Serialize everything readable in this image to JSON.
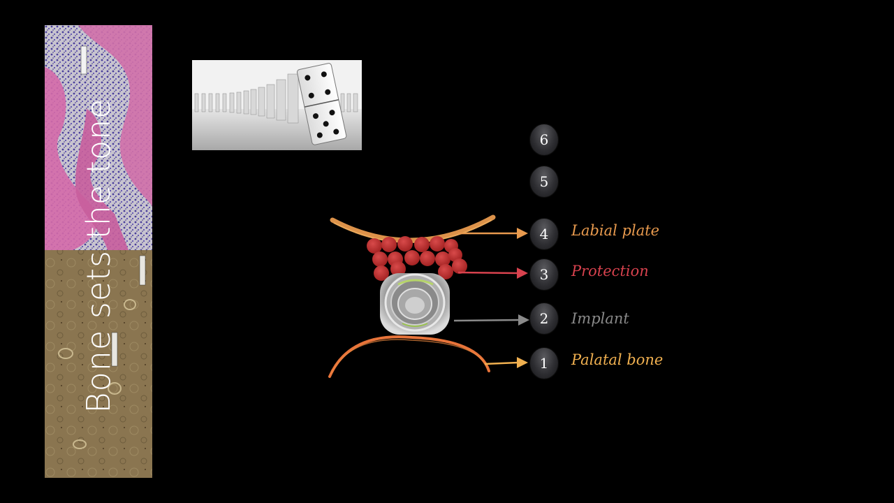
{
  "slide": {
    "vertical_title": "Bone sets the tone"
  },
  "colors": {
    "labial": "#e89a4e",
    "protection": "#d8424e",
    "implant": "#8a8a8a",
    "palatal": "#f0b050",
    "background": "#000000"
  },
  "steps": [
    {
      "number": "6",
      "label": ""
    },
    {
      "number": "5",
      "label": ""
    },
    {
      "number": "4",
      "label": "Labial plate"
    },
    {
      "number": "3",
      "label": "Protection"
    },
    {
      "number": "2",
      "label": "Implant"
    },
    {
      "number": "1",
      "label": "Palatal bone"
    }
  ]
}
